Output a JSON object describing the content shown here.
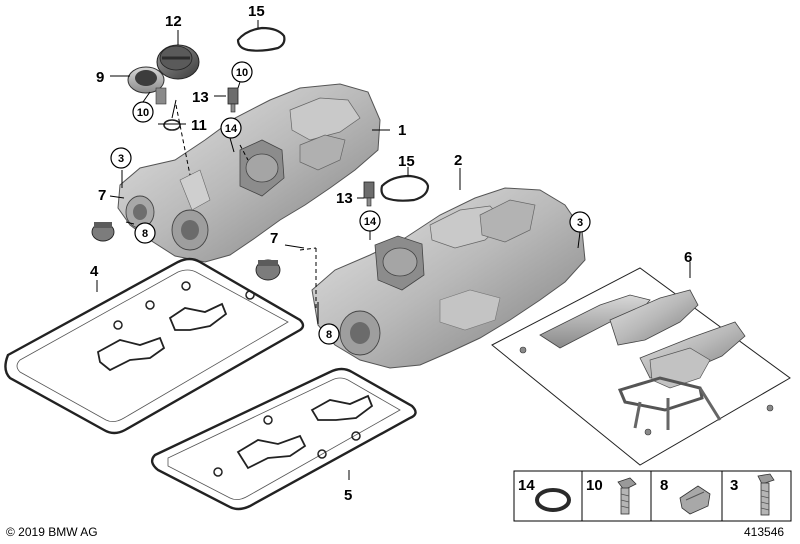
{
  "copyright": "© 2019 BMW AG",
  "diagram_id": "413546",
  "callouts": {
    "c1": "1",
    "c2": "2",
    "c3a": "3",
    "c3b": "3",
    "c4": "4",
    "c5": "5",
    "c6": "6",
    "c7a": "7",
    "c7b": "7",
    "c8a": "8",
    "c8b": "8",
    "c9": "9",
    "c10a": "10",
    "c10b": "10",
    "c11": "11",
    "c12": "12",
    "c13a": "13",
    "c13b": "13",
    "c14a": "14",
    "c14b": "14",
    "c15a": "15",
    "c15b": "15"
  },
  "legend": {
    "item14": "14",
    "item10": "10",
    "item8": "8",
    "item3": "3"
  }
}
